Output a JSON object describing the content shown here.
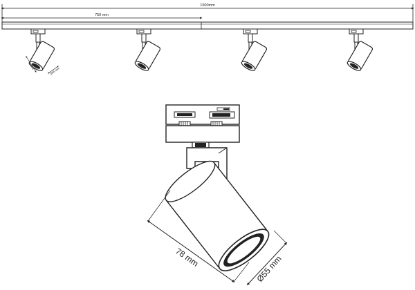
{
  "dimensions": {
    "total_length": "1500mm",
    "spot_spacing": "750 mm",
    "small_length": "78 mm",
    "small_diameter": "Ø55 mm",
    "large_length": "78 mm",
    "large_diameter": "Ø55 mm"
  }
}
